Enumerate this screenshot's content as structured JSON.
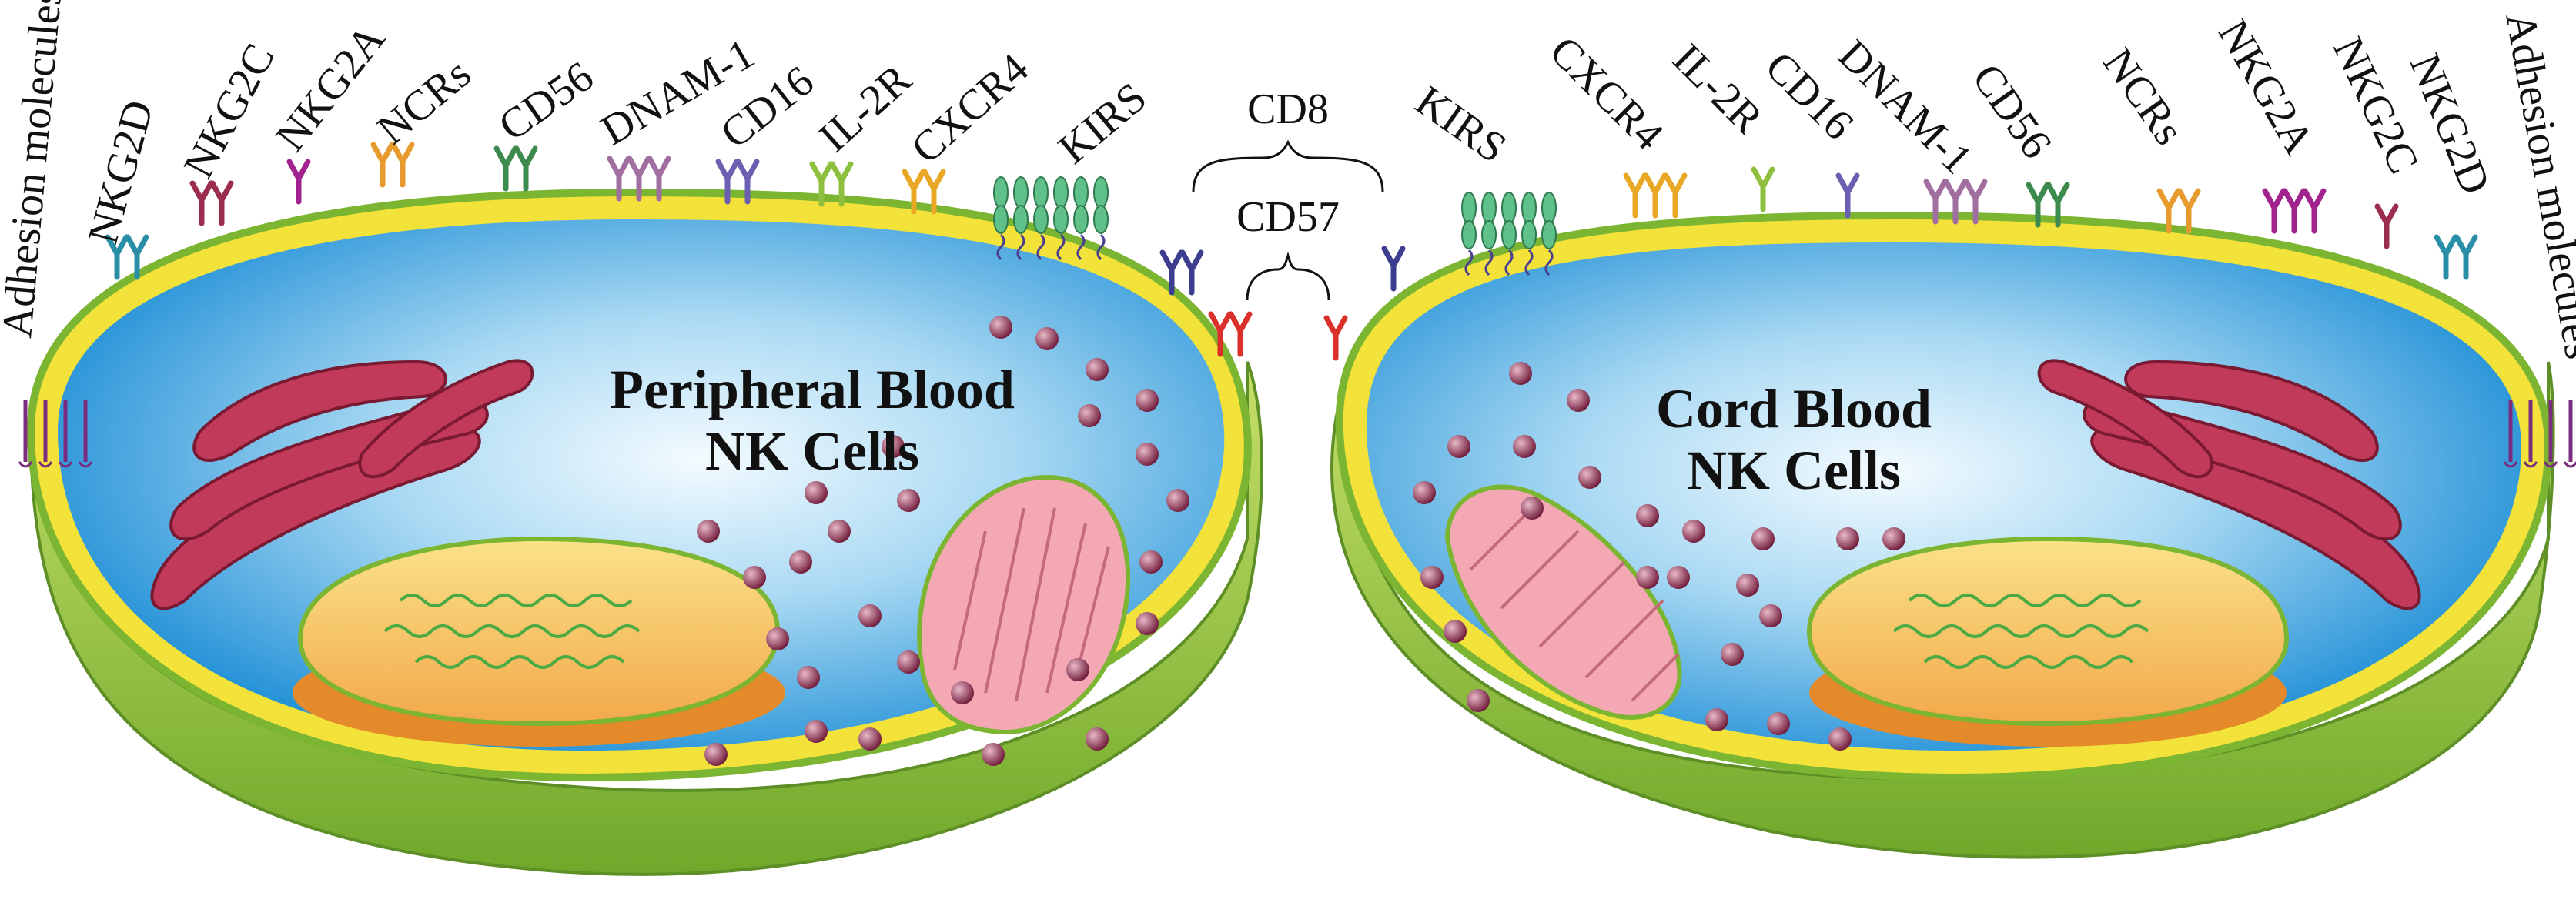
{
  "left_cell": {
    "title_line1": "Peripheral Blood",
    "title_line2": "NK Cells",
    "receptors": [
      {
        "label": "Adhesion molecules",
        "icon": "adhesion-molecule-icon",
        "color": "#7a2d7e"
      },
      {
        "label": "NKG2D",
        "icon": "nkg2d-receptor-icon",
        "color": "#2a8fa6"
      },
      {
        "label": "NKG2C",
        "icon": "nkg2c-receptor-icon",
        "color": "#9b2d4f"
      },
      {
        "label": "NKG2A",
        "icon": "nkg2a-receptor-icon",
        "color": "#a3238e"
      },
      {
        "label": "NCRs",
        "icon": "ncr-receptor-icon",
        "color": "#e79a2e"
      },
      {
        "label": "CD56",
        "icon": "cd56-receptor-icon",
        "color": "#3c8a4e"
      },
      {
        "label": "DNAM-1",
        "icon": "dnam1-receptor-icon",
        "color": "#a16ea0"
      },
      {
        "label": "CD16",
        "icon": "cd16-receptor-icon",
        "color": "#6a5fb0"
      },
      {
        "label": "IL-2R",
        "icon": "il2r-receptor-icon",
        "color": "#8fbf3f"
      },
      {
        "label": "CXCR4",
        "icon": "cxcr4-receptor-icon",
        "color": "#e8a825"
      },
      {
        "label": "KIRS",
        "icon": "kir-receptor-icon",
        "color": "#3fae6b"
      }
    ]
  },
  "right_cell": {
    "title_line1": "Cord Blood",
    "title_line2": "NK Cells",
    "receptors": [
      {
        "label": "KIRS",
        "icon": "kir-receptor-icon",
        "color": "#3fae6b"
      },
      {
        "label": "CXCR4",
        "icon": "cxcr4-receptor-icon",
        "color": "#e8a825"
      },
      {
        "label": "IL-2R",
        "icon": "il2r-receptor-icon",
        "color": "#8fbf3f"
      },
      {
        "label": "CD16",
        "icon": "cd16-receptor-icon",
        "color": "#6a5fb0"
      },
      {
        "label": "DNAM-1",
        "icon": "dnam1-receptor-icon",
        "color": "#a16ea0"
      },
      {
        "label": "CD56",
        "icon": "cd56-receptor-icon",
        "color": "#3c8a4e"
      },
      {
        "label": "NCRs",
        "icon": "ncr-receptor-icon",
        "color": "#e79a2e"
      },
      {
        "label": "NKG2A",
        "icon": "nkg2a-receptor-icon",
        "color": "#a3238e"
      },
      {
        "label": "NKG2C",
        "icon": "nkg2c-receptor-icon",
        "color": "#9b2d4f"
      },
      {
        "label": "NKG2D",
        "icon": "nkg2d-receptor-icon",
        "color": "#2a8fa6"
      },
      {
        "label": "Adhesion molecules",
        "icon": "adhesion-molecule-icon",
        "color": "#7a2d7e"
      }
    ]
  },
  "center_markers": {
    "cd8": "CD8",
    "cd57": "CD57",
    "cd8_icon": "cd8-receptor-icon",
    "cd57_icon": "cd57-receptor-icon",
    "cd8_color": "#3d3d8f",
    "cd57_color": "#d9302b"
  },
  "colors": {
    "cytoplasm": "#2e9fdc",
    "membrane": "#f2e23a",
    "membrane_outline": "#7bb532",
    "base": "#8cc43a",
    "nucleus": "#f6c35a",
    "mitochondrion": "#f4a8b4",
    "golgi": "#c23a5a",
    "granule": "#7a2040"
  }
}
